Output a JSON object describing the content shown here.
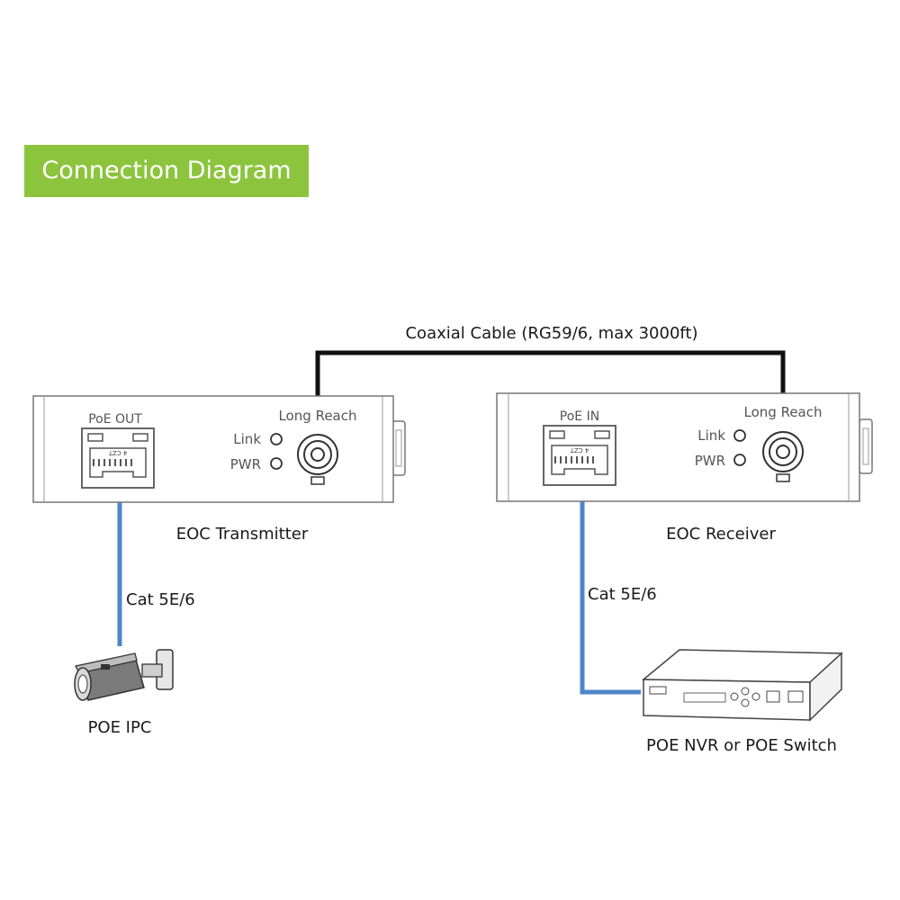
{
  "header": {
    "title": "Connection Diagram"
  },
  "cables": {
    "coax_label": "Coaxial Cable (RG59/6, max 3000ft)",
    "cat_left": "Cat 5E/6",
    "cat_right": "Cat 5E/6"
  },
  "transmitter": {
    "port_label": "PoE OUT",
    "jack_text": "4 CZT",
    "long_reach": "Long Reach",
    "link": "Link",
    "pwr": "PWR",
    "caption": "EOC Transmitter"
  },
  "receiver": {
    "port_label": "PoE IN",
    "jack_text": "4 CZT",
    "long_reach": "Long Reach",
    "link": "Link",
    "pwr": "PWR",
    "caption": "EOC Receiver"
  },
  "camera": {
    "caption": "POE IPC"
  },
  "nvr": {
    "caption": "POE NVR or POE Switch"
  },
  "colors": {
    "banner": "#8cc43e",
    "cat_cable": "#4d86c9",
    "coax_cable": "#111111"
  }
}
